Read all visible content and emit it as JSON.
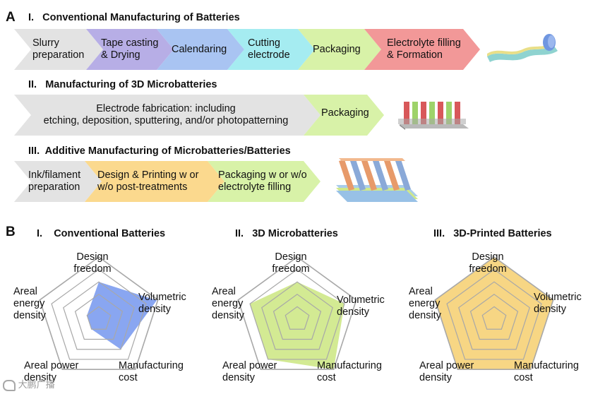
{
  "panels": {
    "a": "A",
    "b": "B"
  },
  "section_a": {
    "row1": {
      "label": "I.",
      "title": "Conventional Manufacturing of Batteries",
      "steps": [
        {
          "lines": [
            "Slurry",
            "preparation"
          ],
          "color": "#e3e3e3"
        },
        {
          "lines": [
            "Tape casting",
            "& Drying"
          ],
          "color": "#b7aee6"
        },
        {
          "lines": [
            "Calendaring"
          ],
          "color": "#a9c4f2"
        },
        {
          "lines": [
            "Cutting",
            "electrode"
          ],
          "color": "#a5ecf1"
        },
        {
          "lines": [
            "Packaging"
          ],
          "color": "#d8f2a8"
        },
        {
          "lines": [
            "Electrolyte filling",
            "& Formation"
          ],
          "color": "#f29898"
        }
      ]
    },
    "row2": {
      "label": "II.",
      "title": "Manufacturing of 3D Microbatteries",
      "steps": [
        {
          "lines": [
            "Electrode fabrication: including",
            "etching, deposition, sputtering, and/or photopatterning"
          ],
          "color": "#e3e3e3"
        },
        {
          "lines": [
            "Packaging"
          ],
          "color": "#d8f2a8"
        }
      ]
    },
    "row3": {
      "label": "III.",
      "title": "Additive Manufacturing of Microbatteries/Batteries",
      "steps": [
        {
          "lines": [
            "Ink/filament",
            "preparation"
          ],
          "color": "#e3e3e3"
        },
        {
          "lines": [
            "Design & Printing w or",
            "w/o post-treatments"
          ],
          "color": "#fbd98e"
        },
        {
          "lines": [
            "Packaging w or w/o",
            "electrolyte filling"
          ],
          "color": "#d8f2a8"
        }
      ]
    }
  },
  "section_b": {
    "axes": [
      "Design freedom",
      "Volumetric density",
      "Manufacturing cost",
      "Areal power density",
      "Areal energy density"
    ],
    "charts": [
      {
        "label": "I.",
        "title": "Conventional Batteries",
        "fill": "#7f9ef0",
        "values": [
          0.6,
          0.98,
          0.6,
          0.2,
          0.2
        ]
      },
      {
        "label": "II.",
        "title": "3D Microbatteries",
        "fill": "#cfe88a",
        "values": [
          0.6,
          0.8,
          1.0,
          0.8,
          0.8
        ]
      },
      {
        "label": "III.",
        "title": "3D-Printed Batteries",
        "fill": "#f6d37a",
        "values": [
          1.0,
          1.0,
          1.0,
          1.0,
          1.0
        ]
      }
    ]
  },
  "watermark": "大鹏广播"
}
